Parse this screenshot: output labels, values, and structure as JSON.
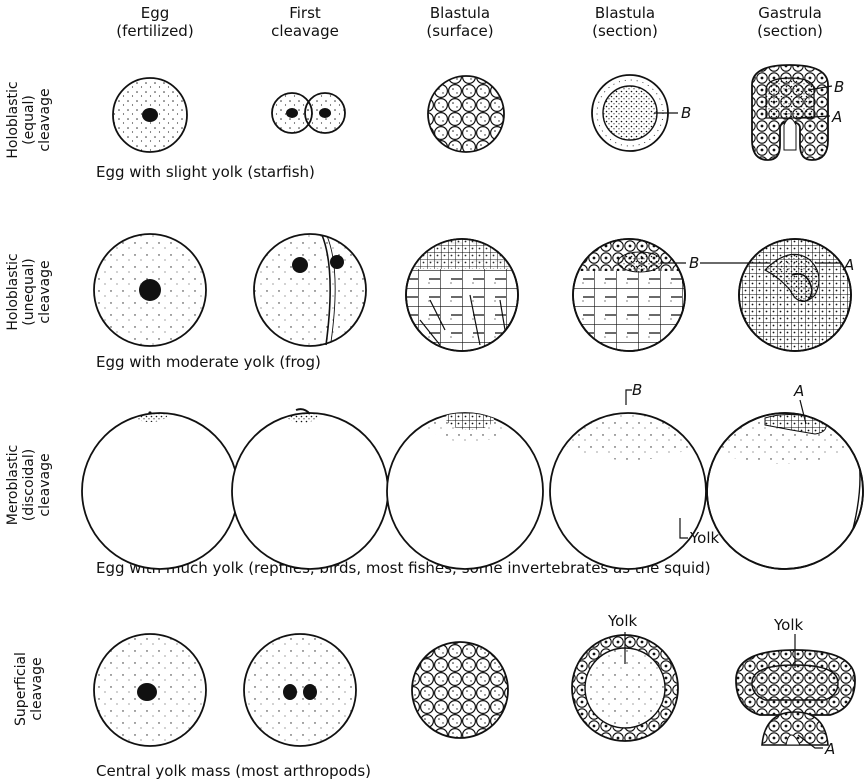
{
  "columns": [
    {
      "line1": "Egg",
      "line2": "(fertilized)"
    },
    {
      "line1": "First",
      "line2": "cleavage"
    },
    {
      "line1": "Blastula",
      "line2": "(surface)"
    },
    {
      "line1": "Blastula",
      "line2": "(section)"
    },
    {
      "line1": "Gastrula",
      "line2": "(section)"
    }
  ],
  "rows": [
    {
      "label": [
        "Holoblastic",
        "(equal)",
        "cleavage"
      ],
      "caption": "Egg with slight yolk (starfish)"
    },
    {
      "label": [
        "Holoblastic",
        "(unequal)",
        "cleavage"
      ],
      "caption": "Egg with moderate yolk (frog)"
    },
    {
      "label": [
        "Meroblastic",
        "(discoidal)",
        "cleavage"
      ],
      "caption": "Egg with much yolk (reptiles, birds, most fishes; some invertebrates as the squid)"
    },
    {
      "label": [
        "Superficial",
        "cleavage"
      ],
      "caption": "Central yolk mass (most arthropods)"
    }
  ],
  "annotations": {
    "blastocoel": "B",
    "archenteron": "A",
    "yolk": "Yolk"
  }
}
